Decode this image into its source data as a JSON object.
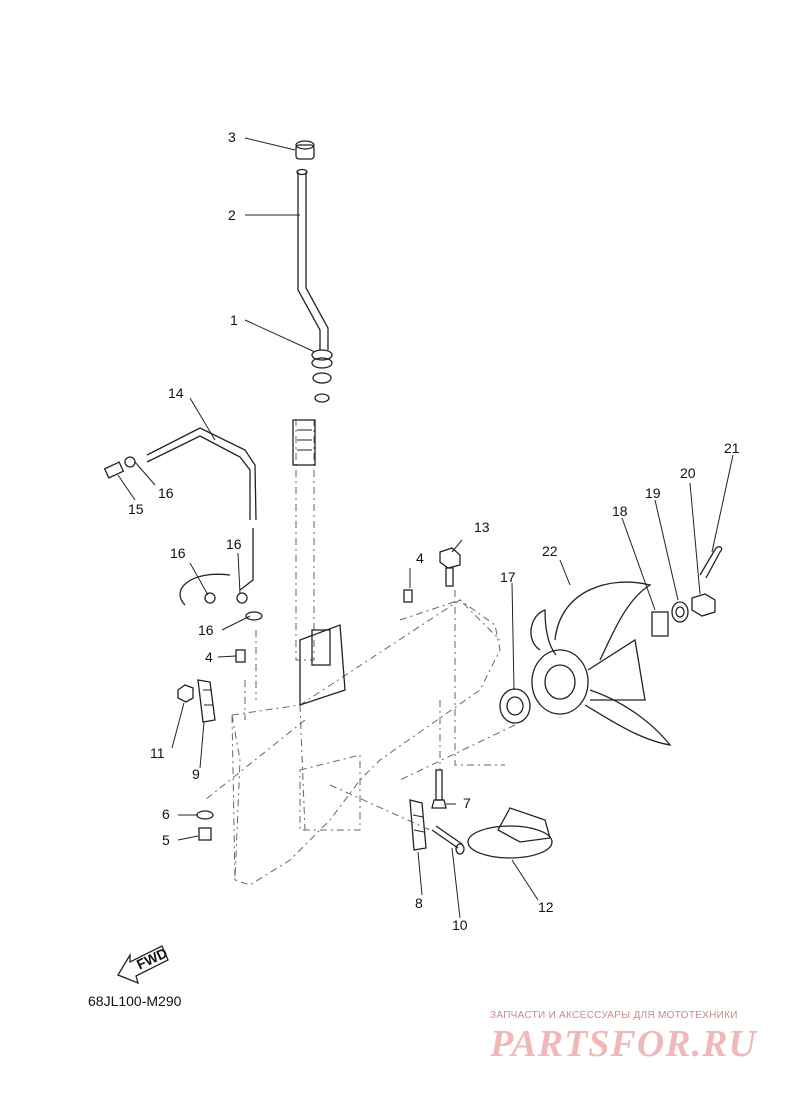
{
  "diagram_code": "68JL100-M290",
  "fwd_label": "FWD",
  "watermark": {
    "top_line": "ЗАПЧАСТИ И АКСЕССУАРЫ ДЛЯ МОТОТЕХНИКИ",
    "brand": "PARTSFOR.RU"
  },
  "callouts": {
    "c1": "1",
    "c2": "2",
    "c3": "3",
    "c4a": "4",
    "c4b": "4",
    "c5": "5",
    "c6": "6",
    "c7": "7",
    "c8": "8",
    "c9": "9",
    "c10": "10",
    "c11": "11",
    "c12": "12",
    "c13": "13",
    "c14": "14",
    "c15": "15",
    "c16a": "16",
    "c16b": "16",
    "c16c": "16",
    "c16d": "16",
    "c17": "17",
    "c18": "18",
    "c19": "19",
    "c20": "20",
    "c21": "21",
    "c22": "22"
  },
  "colors": {
    "line": "#222222",
    "watermark": "#f0b9b9"
  }
}
